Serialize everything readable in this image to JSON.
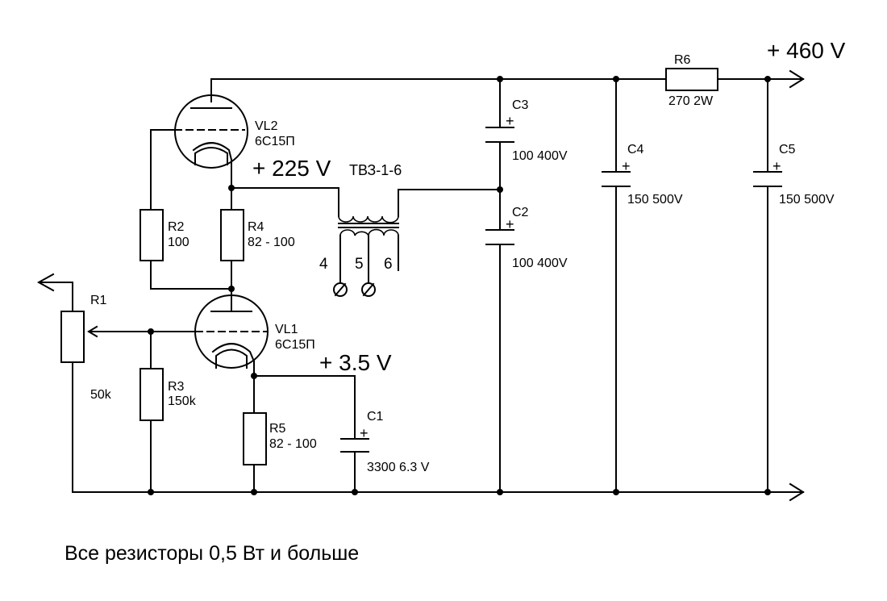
{
  "rails": {
    "top_voltage": "+ 460 V",
    "anode_voltage": "+ 225 V",
    "cathode_voltage": "+ 3.5 V"
  },
  "tubes": {
    "vl2": {
      "ref": "VL2",
      "type": "6С15П"
    },
    "vl1": {
      "ref": "VL1",
      "type": "6С15П"
    }
  },
  "transformer": {
    "ref": "ТВЗ-1-6",
    "pin4": "4",
    "pin5": "5",
    "pin6": "6"
  },
  "resistors": {
    "r1": {
      "ref": "R1",
      "value": "50k"
    },
    "r2": {
      "ref": "R2",
      "value": "100"
    },
    "r3": {
      "ref": "R3",
      "value": "150k"
    },
    "r4": {
      "ref": "R4",
      "value": "82 - 100"
    },
    "r5": {
      "ref": "R5",
      "value": "82 - 100"
    },
    "r6": {
      "ref": "R6",
      "value": "270 2W"
    }
  },
  "capacitors": {
    "c1": {
      "ref": "C1",
      "value": "3300 6.3 V"
    },
    "c2": {
      "ref": "C2",
      "value": "100 400V"
    },
    "c3": {
      "ref": "C3",
      "value": "100 400V"
    },
    "c4": {
      "ref": "C4",
      "value": "150 500V"
    },
    "c5": {
      "ref": "C5",
      "value": "150 500V"
    }
  },
  "polarity_mark": "+",
  "footnote": "Все резисторы 0,5 Вт и больше"
}
